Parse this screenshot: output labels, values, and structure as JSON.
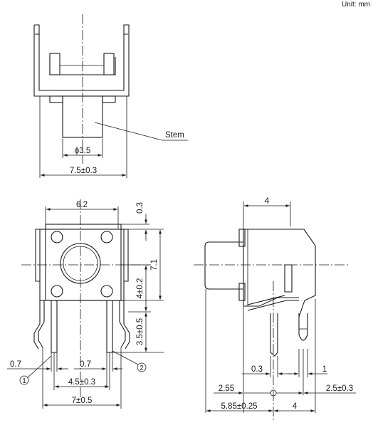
{
  "unit_label": "Unit: mm",
  "callouts": {
    "stem": "Stem"
  },
  "top_view": {
    "stem_diameter": "ϕ3.5",
    "width": "7.5±0.3"
  },
  "front_view": {
    "top_width": "6.2",
    "top_offset": "0.3",
    "height": "7.1",
    "center_height": "4±0.2",
    "pin_length": "3.5±0.5",
    "pin_width_left": "0.7",
    "pin_width_mid": "0.7",
    "pin_pitch": "4.5±0.3",
    "overall_width": "7±0.5",
    "terminal_1": "1",
    "terminal_2": "2"
  },
  "side_view": {
    "top_width": "4",
    "dim_0_3": "0.3",
    "dim_1": "1",
    "dim_2_55": "2.55",
    "dim_2_5": "2.5±0.3",
    "dim_5_85": "5.85±0.25",
    "dim_4": "4"
  }
}
